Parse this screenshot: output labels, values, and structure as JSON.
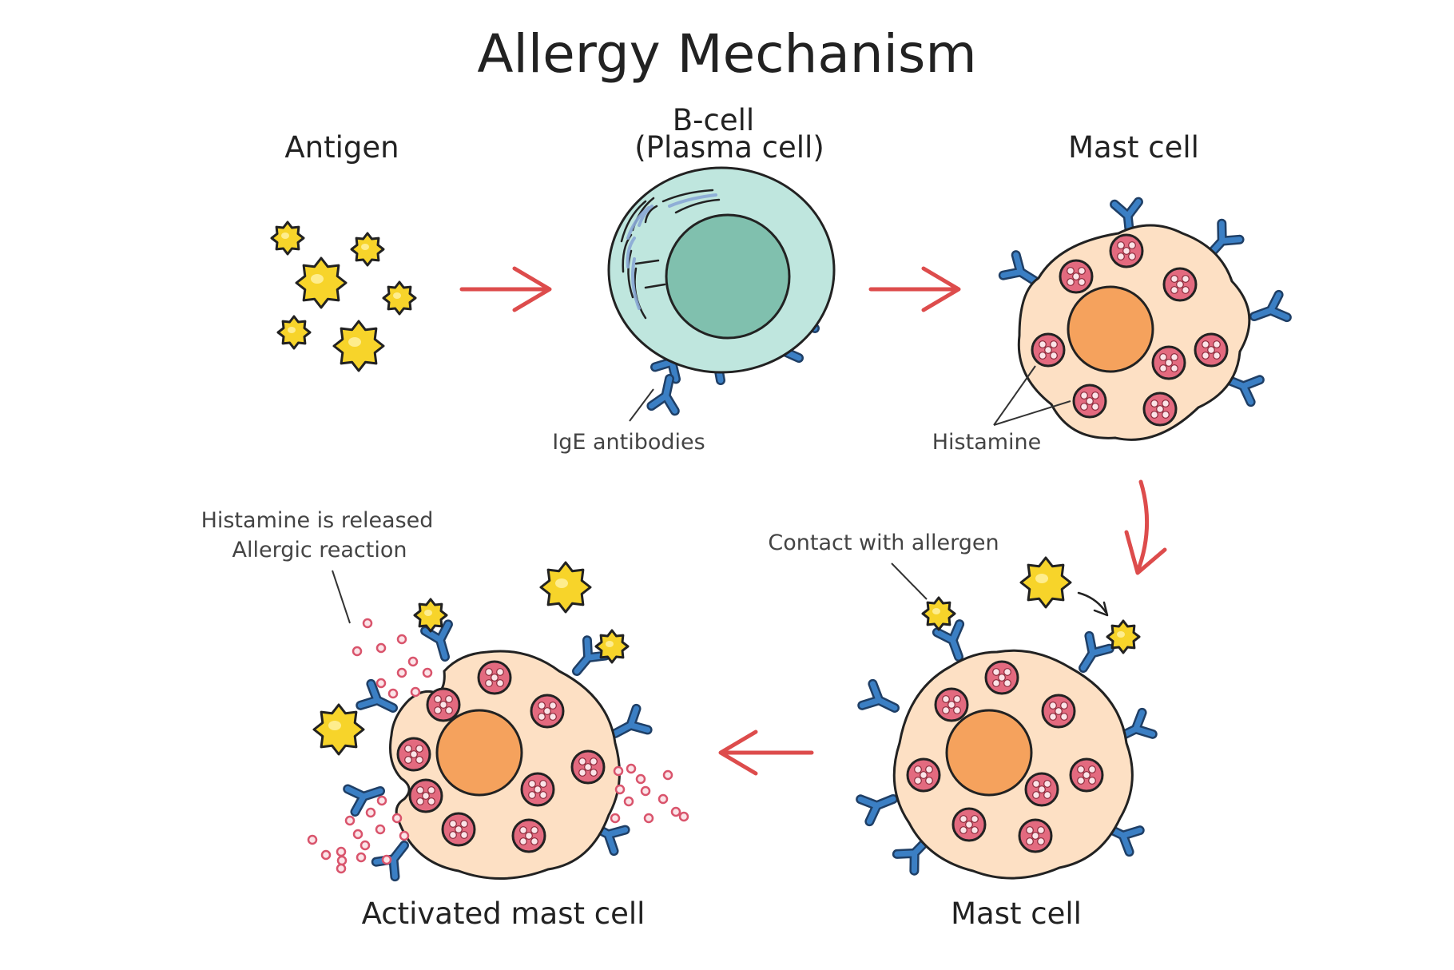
{
  "title": "Allergy Mechanism",
  "labels": {
    "antigen": "Antigen",
    "bcell_line1": "B-cell",
    "bcell_line2": "(Plasma cell)",
    "mast_cell_top": "Mast cell",
    "mast_cell_bottom": "Mast cell",
    "activated_mast_cell": "Activated mast cell"
  },
  "annotations": {
    "ige_antibodies": "IgE antibodies",
    "histamine": "Histamine",
    "contact_with_allergen": "Contact with allergen",
    "histamine_released_line1": "Histamine is released",
    "histamine_released_line2": "Allergic reaction"
  },
  "colors": {
    "antigen_fill": "#f7d42a",
    "antibody_blue": "#3b7fc4",
    "bcell_cytoplasm": "#bfe6de",
    "bcell_nucleus": "#80c0ae",
    "mast_cytoplasm": "#fde0c4",
    "mast_nucleus": "#f5a25d",
    "granule_fill": "#d9546c",
    "arrow_red": "#dd4c4c"
  }
}
